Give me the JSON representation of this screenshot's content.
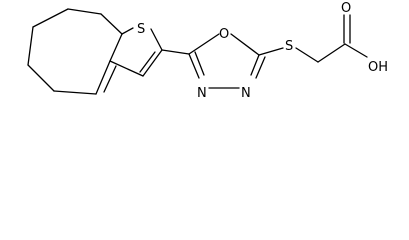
{
  "molecule": {
    "atoms": {
      "S1": "S",
      "O1": "O",
      "N1": "N",
      "N2": "N",
      "S2": "S",
      "OH": "OH",
      "O_carbonyl": "O"
    },
    "colors": {
      "bond": "#000000",
      "label": "#000000"
    }
  }
}
